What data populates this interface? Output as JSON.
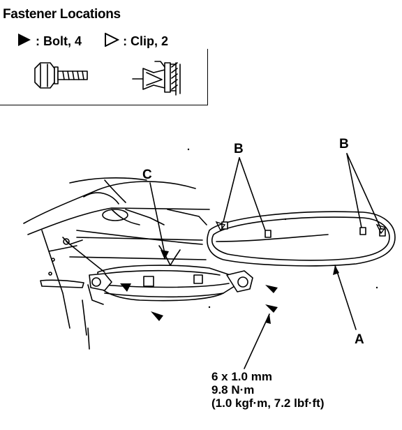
{
  "title": "Fastener Locations",
  "legend": {
    "bolt": {
      "label": ": Bolt, 4",
      "icon": "filled-triangle-bolt-symbol"
    },
    "clip": {
      "label": ": Clip, 2",
      "icon": "outline-triangle-clip-symbol"
    }
  },
  "callouts": {
    "A": "A",
    "B": "B",
    "C": "C"
  },
  "torque_spec": {
    "size": "6 x 1.0 mm",
    "torque_nm": "9.8 N·m",
    "torque_alt": "(1.0 kgf·m, 7.2 lbf·ft)"
  }
}
